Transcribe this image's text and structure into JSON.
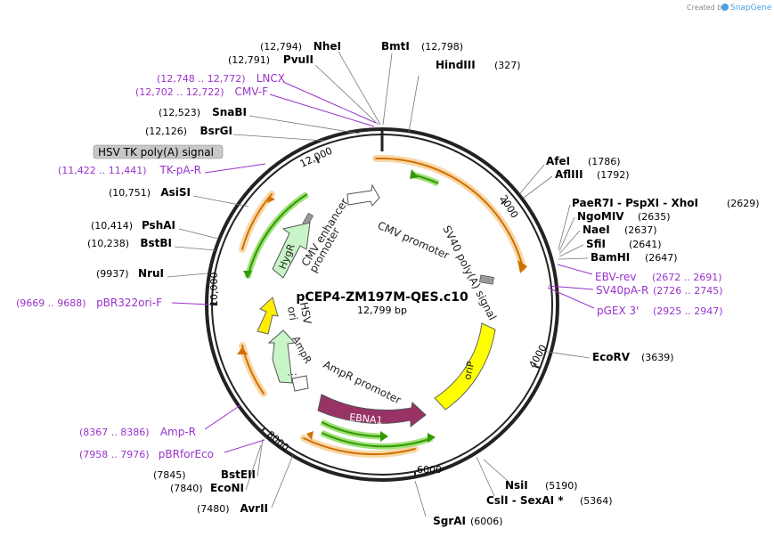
{
  "header": {
    "credit_prefix": "Created by",
    "credit_brand": "SnapGene"
  },
  "plasmid": {
    "name": "pCEP4-ZM197M-QES.c10",
    "size": "12,799 bp"
  },
  "sites": [
    {
      "name": "NheI",
      "pos": "(12,794)"
    },
    {
      "name": "BmtI",
      "pos": "(12,798)"
    },
    {
      "name": "PvuII",
      "pos": "(12,791)"
    },
    {
      "name": "HindIII",
      "pos": "(327)"
    },
    {
      "name": "SnaBI",
      "pos": "(12,523)"
    },
    {
      "name": "BsrGI",
      "pos": "(12,126)"
    },
    {
      "name": "AsiSI",
      "pos": "(10,751)"
    },
    {
      "name": "PshAI",
      "pos": "(10,414)"
    },
    {
      "name": "BstBI",
      "pos": "(10,238)"
    },
    {
      "name": "NruI",
      "pos": "(9937)"
    },
    {
      "name": "BstEII",
      "pos": "(7845)"
    },
    {
      "name": "EcoNI",
      "pos": "(7840)"
    },
    {
      "name": "AvrII",
      "pos": "(7480)"
    },
    {
      "name": "SgrAI",
      "pos": "(6006)"
    },
    {
      "name": "CslI  - SexAI *",
      "pos": "(5364)"
    },
    {
      "name": "NsiI",
      "pos": "(5190)"
    },
    {
      "name": "EcoRV",
      "pos": "(3639)"
    },
    {
      "name": "BamHI",
      "pos": "(2647)"
    },
    {
      "name": "SfiI",
      "pos": "(2641)"
    },
    {
      "name": "NaeI",
      "pos": "(2637)"
    },
    {
      "name": "NgoMIV",
      "pos": "(2635)"
    },
    {
      "name": "PaeR7I  - PspXI  - XhoI",
      "pos": "(2629)"
    },
    {
      "name": "AflIII",
      "pos": "(1792)"
    },
    {
      "name": "AfeI",
      "pos": "(1786)"
    }
  ],
  "primers": [
    {
      "name": "LNCX",
      "range": "(12,748 .. 12,772)"
    },
    {
      "name": "CMV-F",
      "range": "(12,702 .. 12,722)"
    },
    {
      "name": "TK-pA-R",
      "range": "(11,422 .. 11,441)"
    },
    {
      "name": "pBR322ori-F",
      "range": "(9669 .. 9688)"
    },
    {
      "name": "Amp-R",
      "range": "(8367 .. 8386)"
    },
    {
      "name": "pBRforEco",
      "range": "(7958 .. 7976)"
    },
    {
      "name": "EBV-rev",
      "range": "(2672 .. 2691)"
    },
    {
      "name": "SV40pA-R",
      "range": "(2726 .. 2745)"
    },
    {
      "name": "pGEX 3'",
      "range": "(2925 .. 2947)"
    }
  ],
  "callout": "HSV TK poly(A) signal",
  "ticks": [
    "12,000",
    "2000",
    "4000",
    "6000",
    "8000",
    "10,000"
  ],
  "features": {
    "cmv_enhancer": "CMV enhancer",
    "cmv_promoter": "CMV promoter",
    "sv40_polya": "SV40 poly(A) signal",
    "hygr": "HygR",
    "promoter": "promoter",
    "ori": "ori",
    "ori_label": "ori",
    "hsv": "HSV",
    "ampr": "AmpR",
    "ampr_promoter": "AmpR promoter",
    "orip": "oriP",
    "ebna1": "EBNA1"
  },
  "colors": {
    "backbone": "#222222",
    "purple": "#9932cc",
    "green_arrow": "#33aa00",
    "orange_arrow": "#e07b00",
    "hygr_fill": "#c8f5c8",
    "ori_fill": "#ffee00",
    "orip_fill": "#ffff00",
    "ebna1_fill": "#993366",
    "ampr_fill": "#c8f5c8"
  }
}
